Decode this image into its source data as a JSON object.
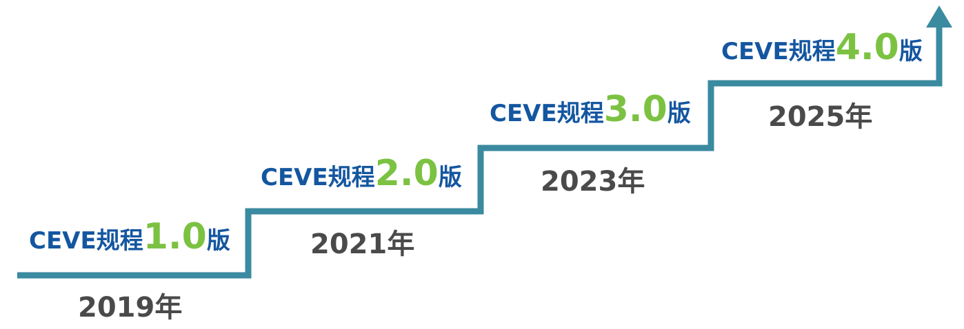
{
  "colors": {
    "stair_line": "#3a8aa0",
    "version_text": "#1456a0",
    "version_number": "#7cc242",
    "year_text": "#4a4a4a"
  },
  "steps": [
    {
      "prefix": "CEVE规程",
      "number": "1.0",
      "suffix": "版",
      "year": "2019年"
    },
    {
      "prefix": "CEVE规程",
      "number": "2.0",
      "suffix": "版",
      "year": "2021年"
    },
    {
      "prefix": "CEVE规程",
      "number": "3.0",
      "suffix": "版",
      "year": "2023年"
    },
    {
      "prefix": "CEVE规程",
      "number": "4.0",
      "suffix": "版",
      "year": "2025年"
    }
  ]
}
